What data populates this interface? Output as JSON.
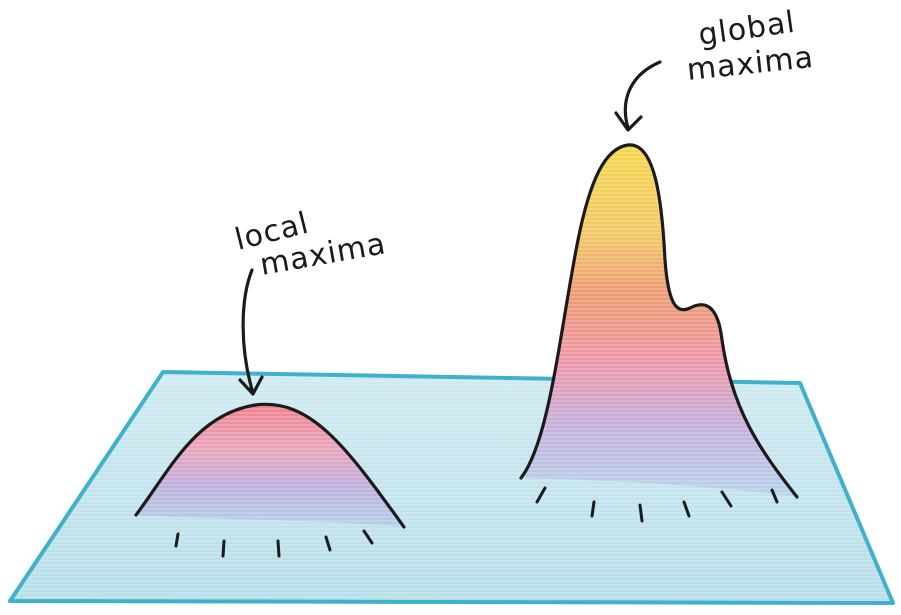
{
  "labels": {
    "local_line1": "local",
    "local_line2": "maxima",
    "global_line1": "global",
    "global_line2": "maxima"
  },
  "colors": {
    "plane_fill": "#bfe3ec",
    "plane_edge": "#3fb1cc",
    "peak_top": "#f3d24a",
    "peak_orange": "#ee9a6c",
    "peak_pink": "#ee8b9f",
    "peak_violet": "#b9a9d9",
    "peak_blue": "#a9c8e8"
  },
  "icons": {
    "local_arrow": "arrow-down-icon",
    "global_arrow": "arrow-down-icon"
  }
}
